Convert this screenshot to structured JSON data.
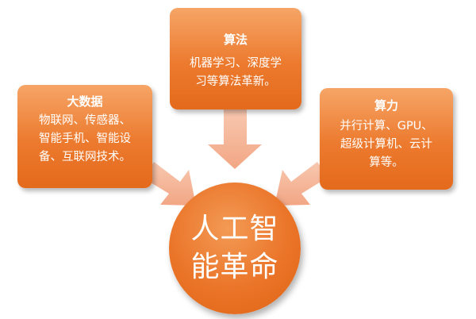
{
  "boxes": {
    "big_data": {
      "title": "大数据",
      "lines": [
        "物联网、传感器、",
        "智能手机、智能设",
        "备、互联网技术。"
      ]
    },
    "algorithm": {
      "title": "算法",
      "lines": [
        "机器学习、深度学",
        "习等算法革新。"
      ]
    },
    "compute": {
      "title": "算力",
      "lines": [
        "并行计算、GPU、",
        "超级计算机、云计",
        "算等。"
      ]
    }
  },
  "center": {
    "lines": [
      "人工智",
      "能革命"
    ]
  },
  "colors": {
    "box_orange": "#ec7a2e",
    "arrow_peach": "#f5b79a",
    "text": "#ffffff"
  }
}
